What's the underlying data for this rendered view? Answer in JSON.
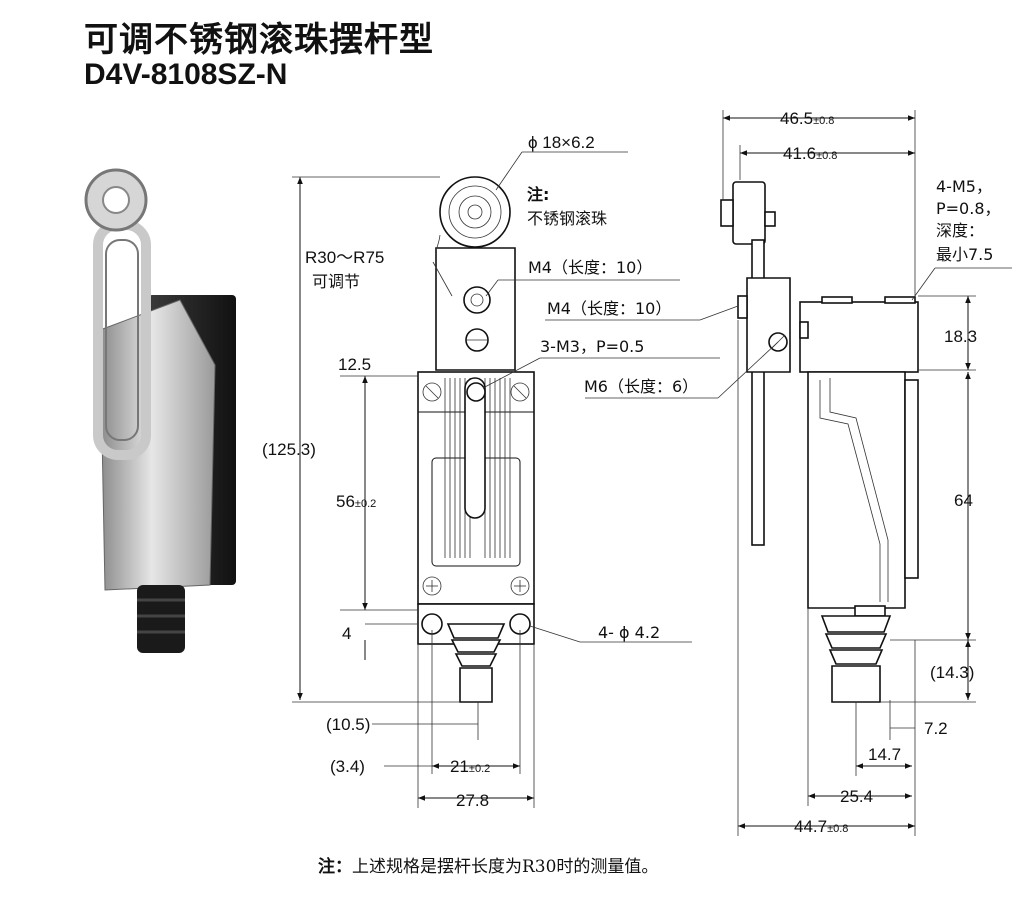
{
  "header": {
    "title_cn": "可调不锈钢滚珠摆杆型",
    "model": "D4V-8108SZ-N"
  },
  "front_view": {
    "roller": "ϕ 18×6.2",
    "note_label": "注:",
    "note_text": "不锈钢滚珠",
    "radius": "R30～R75",
    "radius_note": "可调节",
    "m4": "M4（长度：10）",
    "m3": "3-M3，P=0.5",
    "dim_12_5": "12.5",
    "dim_125_3": "(125.3)",
    "dim_56": "56",
    "dim_56_tol": "±0.2",
    "dim_4": "4",
    "holes": "4- ϕ 4.2",
    "dim_10_5": "(10.5)",
    "dim_3_4": "(3.4)",
    "dim_21": "21",
    "dim_21_tol": "±0.2",
    "dim_27_8": "27.8"
  },
  "side_view": {
    "dim_46_5": "46.5",
    "dim_46_5_tol": "±0.8",
    "dim_41_6": "41.6",
    "dim_41_6_tol": "±0.8",
    "m5_line1": "4-M5，",
    "m5_line2": "P=0.8，",
    "m5_line3": "深度：",
    "m5_line4": "最小7.5",
    "m4": "M4（长度：10）",
    "m6": "M6（长度：6）",
    "dim_18_3": "18.3",
    "dim_64": "64",
    "dim_14_3": "(14.3)",
    "dim_7_2": "7.2",
    "dim_14_7": "14.7",
    "dim_25_4": "25.4",
    "dim_44_7": "44.7",
    "dim_44_7_tol": "±0.8"
  },
  "footnote": {
    "label": "注：",
    "text": "上述规格是摆杆长度为R30时的测量值。"
  },
  "colors": {
    "line": "#111111",
    "photo_metal": "#b9b9b9",
    "photo_body": "#2a2a2a"
  }
}
